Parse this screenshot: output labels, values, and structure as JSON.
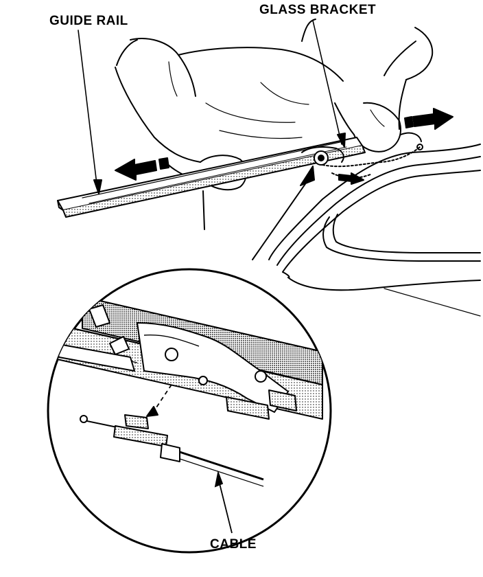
{
  "labels": {
    "guide_rail": "GUIDE RAIL",
    "glass_bracket": "GLASS BRACKET",
    "cable": "CABLE"
  },
  "colors": {
    "ink": "#000000",
    "paper": "#ffffff",
    "shade": "#bdbdbd"
  }
}
